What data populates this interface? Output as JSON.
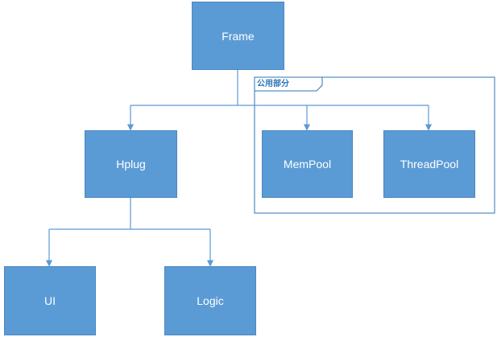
{
  "diagram": {
    "nodes": {
      "frame": "Frame",
      "hplug": "Hplug",
      "mempool": "MemPool",
      "threadpool": "ThreadPool",
      "ui": "UI",
      "logic": "Logic"
    },
    "group_label": "公用部分",
    "colors": {
      "node_fill": "#5b9bd5",
      "node_border": "#4a87c0",
      "connector": "#5b9bd5",
      "group_frame": "#2e75b6"
    }
  }
}
